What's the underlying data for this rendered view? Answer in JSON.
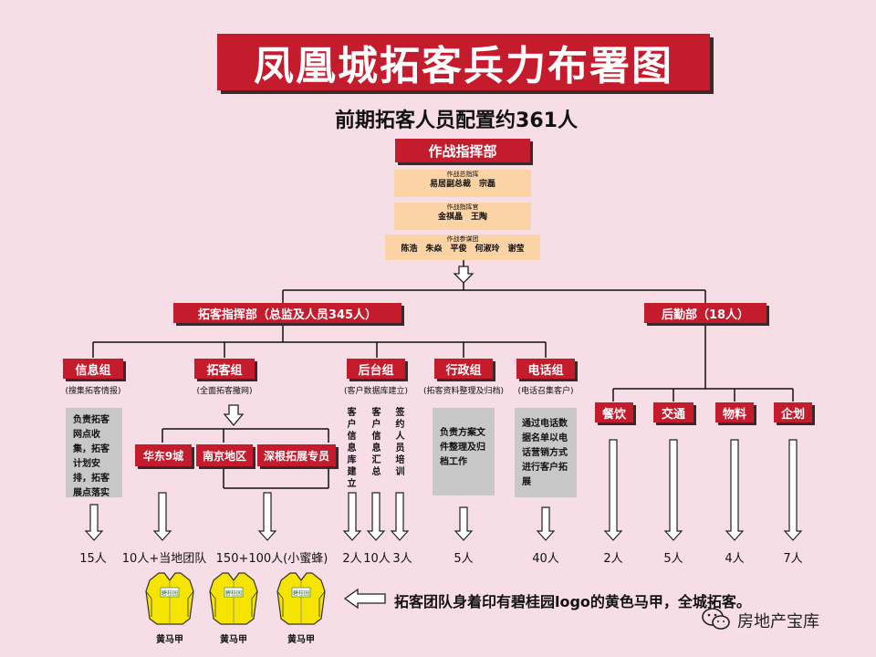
{
  "title": "凤凰城拓客兵力布署图",
  "subtitle": "前期拓客人员配置约361人",
  "command": {
    "label": "作战指挥部",
    "roles": [
      {
        "role": "作战总指挥",
        "names": "易居副总裁　宗磊"
      },
      {
        "role": "作战指挥官",
        "names": "金祺晶　王陶"
      },
      {
        "role": "作战参谋团",
        "names": "陈浩　朱焱　平俊　何淑玲　谢莹"
      }
    ]
  },
  "expansion_hq": {
    "label": "拓客指挥部（总监及人员345人）"
  },
  "logistics": {
    "label": "后勤部（18人）",
    "groups": [
      {
        "label": "餐饮",
        "count": "2人"
      },
      {
        "label": "交通",
        "count": "5人"
      },
      {
        "label": "物料",
        "count": "4人"
      },
      {
        "label": "企划",
        "count": "7人"
      }
    ]
  },
  "info_group": {
    "label": "信息组",
    "note": "(搜集拓客情报)",
    "desc": "负责拓客网点收集，拓客计划安排，拓客展点落实",
    "count": "15人"
  },
  "expansion_group": {
    "label": "拓客组",
    "note": "(全面拓客撒网)",
    "teams": [
      {
        "label": "华东9城",
        "count": "10人+当地团队"
      },
      {
        "label": "南京地区",
        "count": ""
      },
      {
        "label": "深根拓展专员",
        "count": "150+100人(小蜜蜂)"
      }
    ]
  },
  "backend_group": {
    "label": "后台组",
    "note": "(客户数据库建立)",
    "tasks": [
      {
        "text": "客户信息库建立",
        "count": "2人"
      },
      {
        "text": "客户信息汇总",
        "count": "10人"
      },
      {
        "text": "签约人员培训",
        "count": "3人"
      }
    ]
  },
  "admin_group": {
    "label": "行政组",
    "note": "(拓客资料整理及归档)",
    "desc": "负责方案文件整理及归档工作",
    "count": "5人"
  },
  "phone_group": {
    "label": "电话组",
    "note": "(电话召集客户)",
    "desc": "通过电话数据名单以电话营销方式进行客户拓展",
    "count": "40人"
  },
  "vests": {
    "label": "黄马甲",
    "logo_text": "碧桂园"
  },
  "caption": "拓客团队身着印有碧桂园logo的黄色马甲，全城拓客。",
  "watermark": "房地产宝库",
  "colors": {
    "red": "#c41b2d",
    "peach": "#fbd3a5",
    "gray": "#c8c8c8",
    "vest": "#f5e400",
    "background": "#f6dde6"
  }
}
